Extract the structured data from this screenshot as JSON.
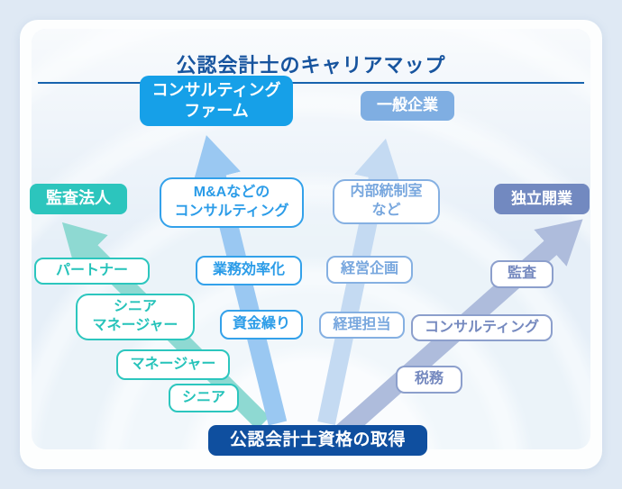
{
  "title": "公認会計士のキャリアマップ",
  "start": {
    "label": "公認会計士資格の取得",
    "box_color": "#0f4f9f"
  },
  "paths": {
    "audit_firm": {
      "destination": "監査法人",
      "box_color": "#2cc5bd",
      "arrow_color": "#8ed9d2",
      "steps": {
        "partner": "パートナー",
        "senior_manager_line1": "シニア",
        "senior_manager_line2": "マネージャー",
        "manager": "マネージャー",
        "senior": "シニア"
      }
    },
    "consulting_firm": {
      "destination_line1": "コンサルティング",
      "destination_line2": "ファーム",
      "box_color": "#16a0e8",
      "arrow_color": "#9ac8f2",
      "steps": {
        "ma_consulting_line1": "M&Aなどの",
        "ma_consulting_line2": "コンサルティング",
        "business_efficiency": "業務効率化",
        "cash_flow": "資金繰り"
      }
    },
    "general_company": {
      "destination": "一般企業",
      "box_color": "#7faee2",
      "arrow_color": "#c4daf2",
      "steps": {
        "internal_control_line1": "内部統制室",
        "internal_control_line2": "など",
        "corporate_planning": "経営企画",
        "accounting_staff": "経理担当"
      }
    },
    "independent_practice": {
      "destination": "独立開業",
      "box_color": "#7289c0",
      "arrow_color": "#aebcdc",
      "steps": {
        "audit": "監査",
        "consulting": "コンサルティング",
        "tax": "税務"
      }
    }
  }
}
